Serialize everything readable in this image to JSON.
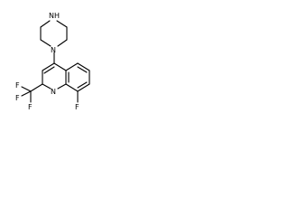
{
  "molecule": {
    "atoms": {
      "piperazine_nh": "NH",
      "piperazine_n": "N",
      "quinoline_n": "N",
      "fluoro": "F",
      "cf3_f1": "F",
      "cf3_f2": "F",
      "cf3_f3": "F"
    }
  }
}
